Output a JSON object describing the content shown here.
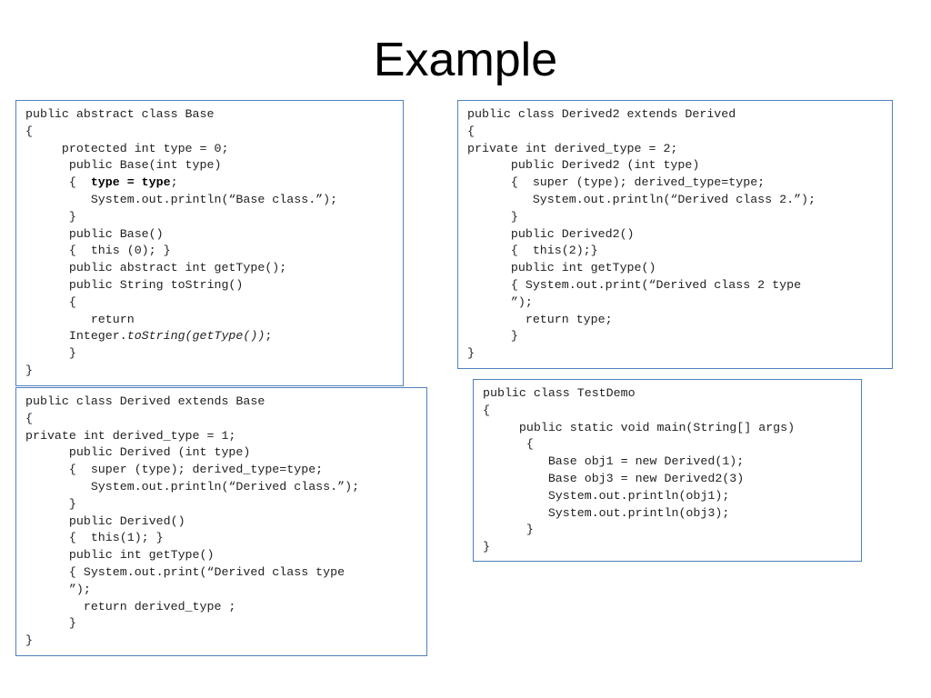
{
  "slide": {
    "title": "Example"
  },
  "code_blocks": {
    "base": {
      "lines": [
        "public abstract class Base",
        "{",
        "     protected int type = 0;",
        "      public Base(int type)",
        "      {  ",
        "type = type",
        ";",
        "         System.out.println(“Base class.”);",
        "      }",
        "      public Base()",
        "      {  this (0); }",
        "      public abstract int getType();",
        "      public String toString()",
        "      {",
        "         return",
        "      Integer.",
        "toString(getType())",
        ";",
        "      }",
        "}"
      ]
    },
    "derived2": {
      "lines": [
        "public class Derived2 extends Derived",
        "{",
        "private int derived_type = 2;",
        "      public Derived2 (int type)",
        "      {  super (type); derived_type=type;",
        "         System.out.println(“Derived class 2.”);",
        "      }",
        "      public Derived2()",
        "      {  this(2);}",
        "      public int getType()",
        "      { System.out.print(“Derived class 2 type",
        "      ”);",
        "        return type;",
        "      }",
        "}"
      ]
    },
    "derived": {
      "lines": [
        "public class Derived extends Base",
        "{",
        "private int derived_type = 1;",
        "      public Derived (int type)",
        "      {  super (type); derived_type=type;",
        "         System.out.println(“Derived class.”);",
        "      }",
        "      public Derived()",
        "      {  this(1); }",
        "      public int getType()",
        "      { System.out.print(“Derived class type",
        "      ”);",
        "        return derived_type ;",
        "      }",
        "}"
      ]
    },
    "testdemo": {
      "lines": [
        "public class TestDemo",
        "{",
        "     public static void main(String[] args)",
        "      {",
        "         Base obj1 = new Derived(1);",
        "         Base obj3 = new Derived2(3)",
        "         System.out.println(obj1);",
        "         System.out.println(obj3);",
        "      }",
        "}"
      ]
    }
  },
  "colors": {
    "box_border": "#4f81bd",
    "code_text": "#222222"
  }
}
